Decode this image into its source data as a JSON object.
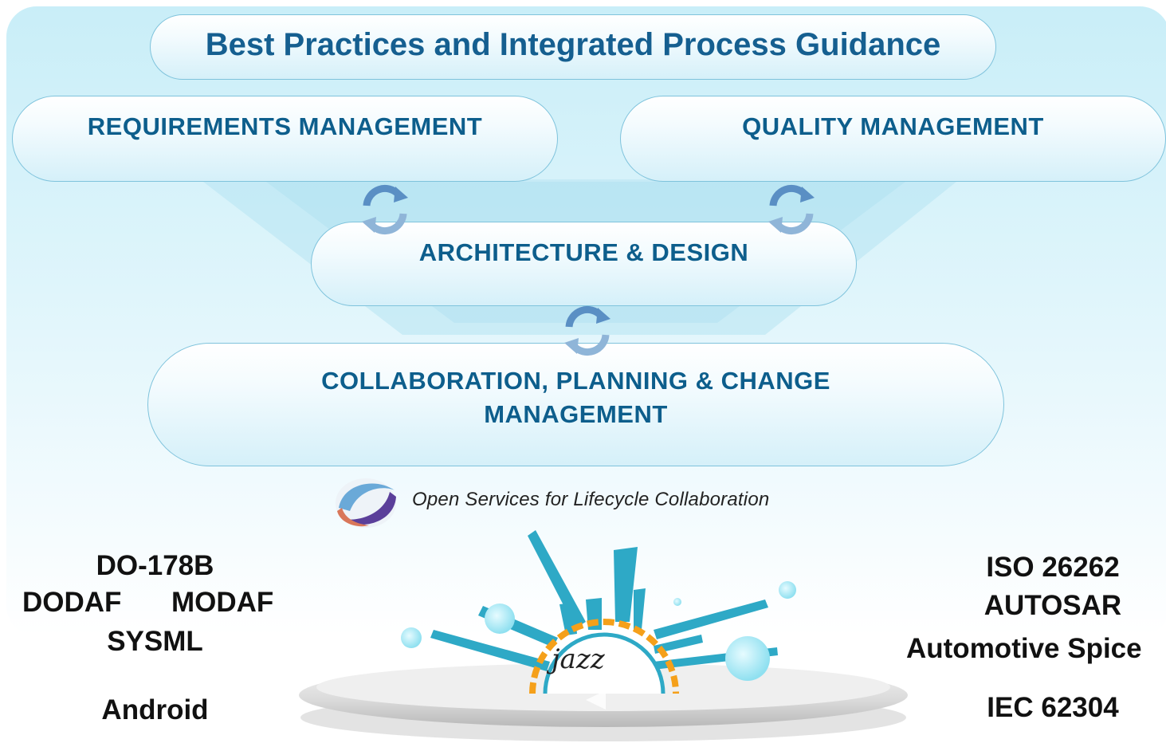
{
  "title": "Best Practices and Integrated Process Guidance",
  "modules": {
    "requirements": "REQUIREMENTS MANAGEMENT",
    "quality": "QUALITY MANAGEMENT",
    "architecture": "ARCHITECTURE & DESIGN",
    "collaboration_line1": "COLLABORATION, PLANNING & CHANGE",
    "collaboration_line2": "MANAGEMENT"
  },
  "oslc": {
    "label": "Open Services for Lifecycle Collaboration",
    "icon": "oslc-logo-icon"
  },
  "standards_left": {
    "line1": "DO-178B",
    "line2a": "DODAF",
    "line2b": "MODAF",
    "line3": "SYSML",
    "line4": "Android"
  },
  "standards_right": {
    "line1": "ISO 26262",
    "line2": "AUTOSAR",
    "line3": "Automotive Spice",
    "line4": "IEC 62304"
  },
  "jazz": {
    "logo_text": "jazz",
    "icon": "jazz-platform-icon"
  },
  "colors": {
    "accent": "#0d5e8c",
    "panel": "#d5f1f9",
    "jazz_teal": "#2ea9c6",
    "jazz_orange": "#f5a01a"
  }
}
